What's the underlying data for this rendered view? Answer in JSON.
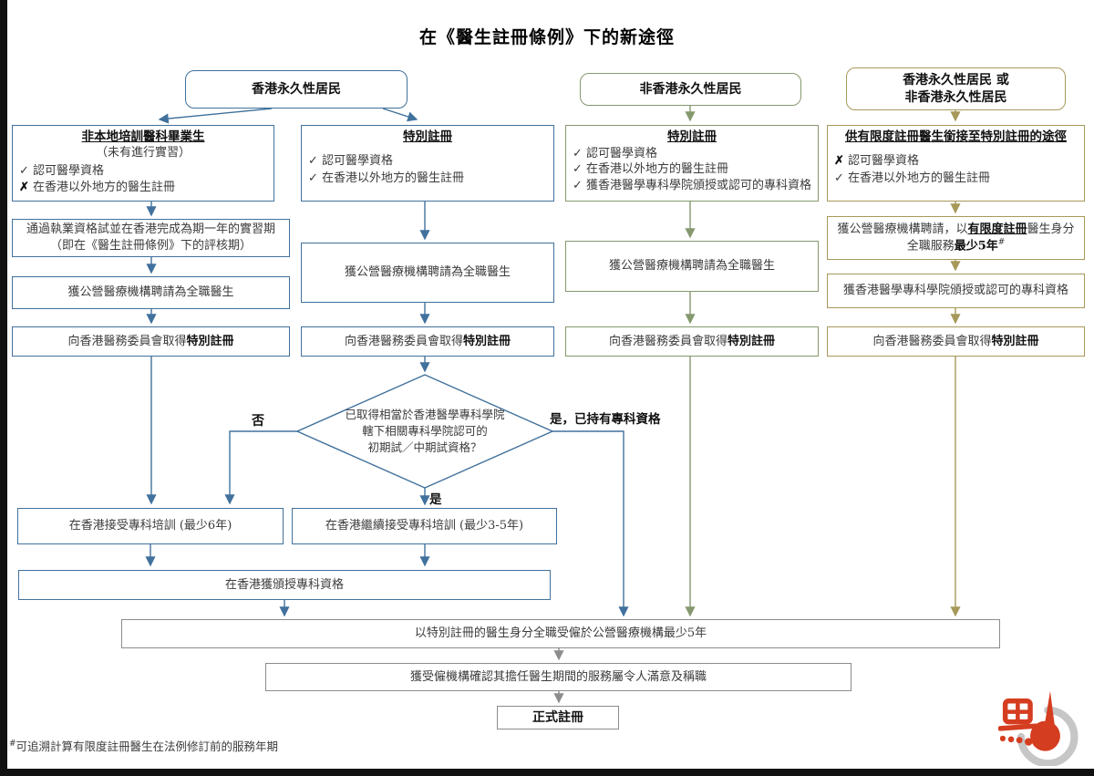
{
  "title": "在《醫生註冊條例》下的新途徑",
  "colors": {
    "blue": "#41719c",
    "green": "#85986e",
    "tan": "#a6995a",
    "gray": "#8c8c8c",
    "logo_red": "#d53d20",
    "logo_gray": "#c6c6c6"
  },
  "headers": {
    "hkpr": "香港永久性居民",
    "non_hkpr": "非香港永久性居民",
    "either_l1": "香港永久性居民 或",
    "either_l2": "非香港永久性居民"
  },
  "categories": {
    "col1": {
      "title": "非本地培訓醫科畢業生",
      "subtitle": "（未有進行實習）",
      "items": [
        {
          "mark": "✓",
          "text": "認可醫學資格"
        },
        {
          "mark": "✗",
          "text": "在香港以外地方的醫生註冊"
        }
      ]
    },
    "col2": {
      "title": "特別註冊",
      "items": [
        {
          "mark": "✓",
          "text": "認可醫學資格"
        },
        {
          "mark": "✓",
          "text": "在香港以外地方的醫生註冊"
        }
      ]
    },
    "col3": {
      "title": "特別註冊",
      "items": [
        {
          "mark": "✓",
          "text": "認可醫學資格"
        },
        {
          "mark": "✓",
          "text": "在香港以外地方的醫生註冊"
        },
        {
          "mark": "✓",
          "text": "獲香港醫學專科學院頒授或認可的專科資格"
        }
      ]
    },
    "col4": {
      "title": "供有限度註冊醫生銜接至特別註冊的途徑",
      "items": [
        {
          "mark": "✗",
          "text": "認可醫學資格"
        },
        {
          "mark": "✓",
          "text": "在香港以外地方的醫生註冊"
        }
      ]
    }
  },
  "process": {
    "exam_l1": "通過執業資格試並在香港完成為期一年的實習期",
    "exam_l2": "（即在《醫生註冊條例》下的評核期）",
    "employ_fulltime": "獲公營醫療機構聘請為全職醫生",
    "special_prefix": "向香港醫務委員會取得",
    "special_bold": "特別註冊",
    "limited_p1": "獲公營醫療機構聘請，以",
    "limited_bold": "有限度註冊",
    "limited_p2": "醫生身分",
    "limited_l2a": "全職服務",
    "limited_l2b": "最少5年",
    "limited_sup": "#",
    "academy_qual": "獲香港醫學專科學院頒授或認可的專科資格"
  },
  "decision": {
    "l1": "已取得相當於香港醫學專科學院",
    "l2": "轄下相關專科學院認可的",
    "l3": "初期試／中期試資格？",
    "no": "否",
    "yes": "是",
    "yes_specialist": "是，已持有專科資格"
  },
  "training": {
    "t1": "在香港接受專科培訓 (最少6年)",
    "t2": "在香港繼續接受專科培訓 (最少3-5年)",
    "t3": "在香港獲頒授專科資格"
  },
  "bottom": {
    "w1": "以特別註冊的醫生身分全職受僱於公營醫療機構最少5年",
    "w2": "獲受僱機構確認其擔任醫生期間的服務屬令人滿意及稱職",
    "final": "正式註冊"
  },
  "footnote": {
    "sup": "#",
    "text": "可追溯計算有限度註冊醫生在法例修訂前的服務年期"
  }
}
